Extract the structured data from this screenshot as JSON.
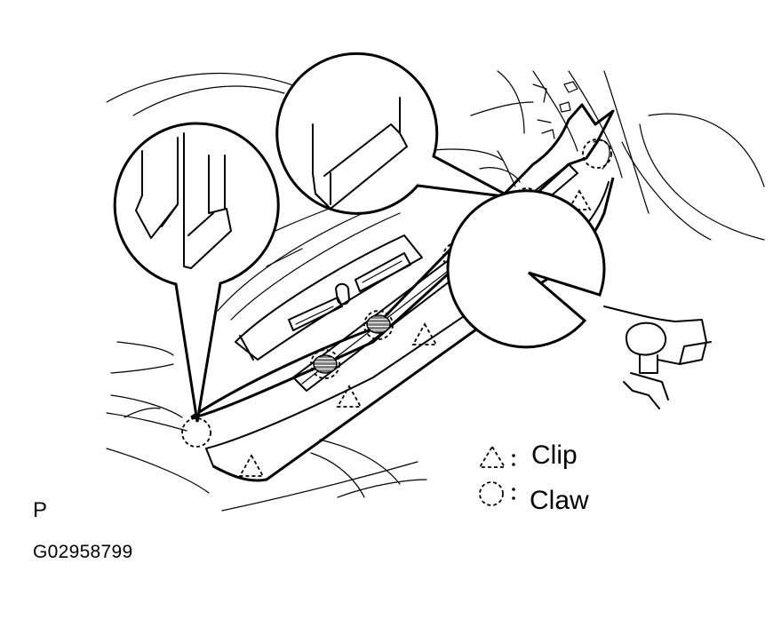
{
  "legend": {
    "clip_label": "Clip",
    "claw_label": "Claw",
    "clip_symbol": "△:",
    "claw_symbol": "◌:"
  },
  "view_letter": "P",
  "figure_code": "G02958799",
  "icons": {
    "clip_marker": "dashed-triangle-icon",
    "claw_marker": "dashed-circle-icon"
  },
  "colors": {
    "ink": "#000000",
    "background": "#ffffff"
  }
}
